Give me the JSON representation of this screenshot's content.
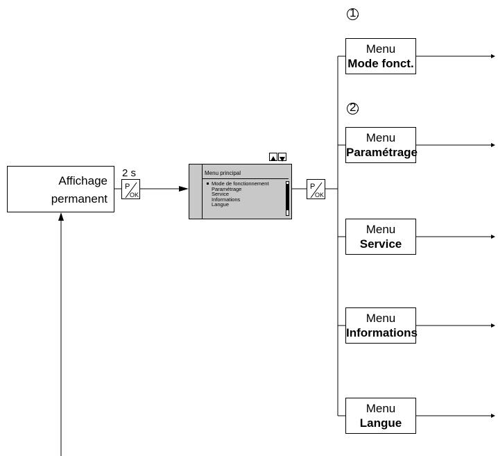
{
  "affichage": {
    "line1": "Affichage",
    "line2": "permanent"
  },
  "delay_label": "2 s",
  "key": {
    "top_letter": "P",
    "bottom_letters": "OK"
  },
  "screen": {
    "title": "Menu principal",
    "items": [
      "Mode de fonctionnement",
      "Paramétrage",
      "Service",
      "Informations",
      "Langue"
    ],
    "selected_index": 0
  },
  "menus": [
    {
      "number": "1.",
      "label": "Menu",
      "name": "Mode fonct."
    },
    {
      "number": "2.",
      "label": "Menu",
      "name": "Paramétrage"
    },
    {
      "number": "",
      "label": "Menu",
      "name": "Service"
    },
    {
      "number": "",
      "label": "Menu",
      "name": "Informations"
    },
    {
      "number": "",
      "label": "Menu",
      "name": "Langue"
    }
  ],
  "icons": {
    "nav_up": "up-arrow-icon",
    "nav_down": "down-arrow-icon",
    "key": "p-ok-key-icon"
  }
}
